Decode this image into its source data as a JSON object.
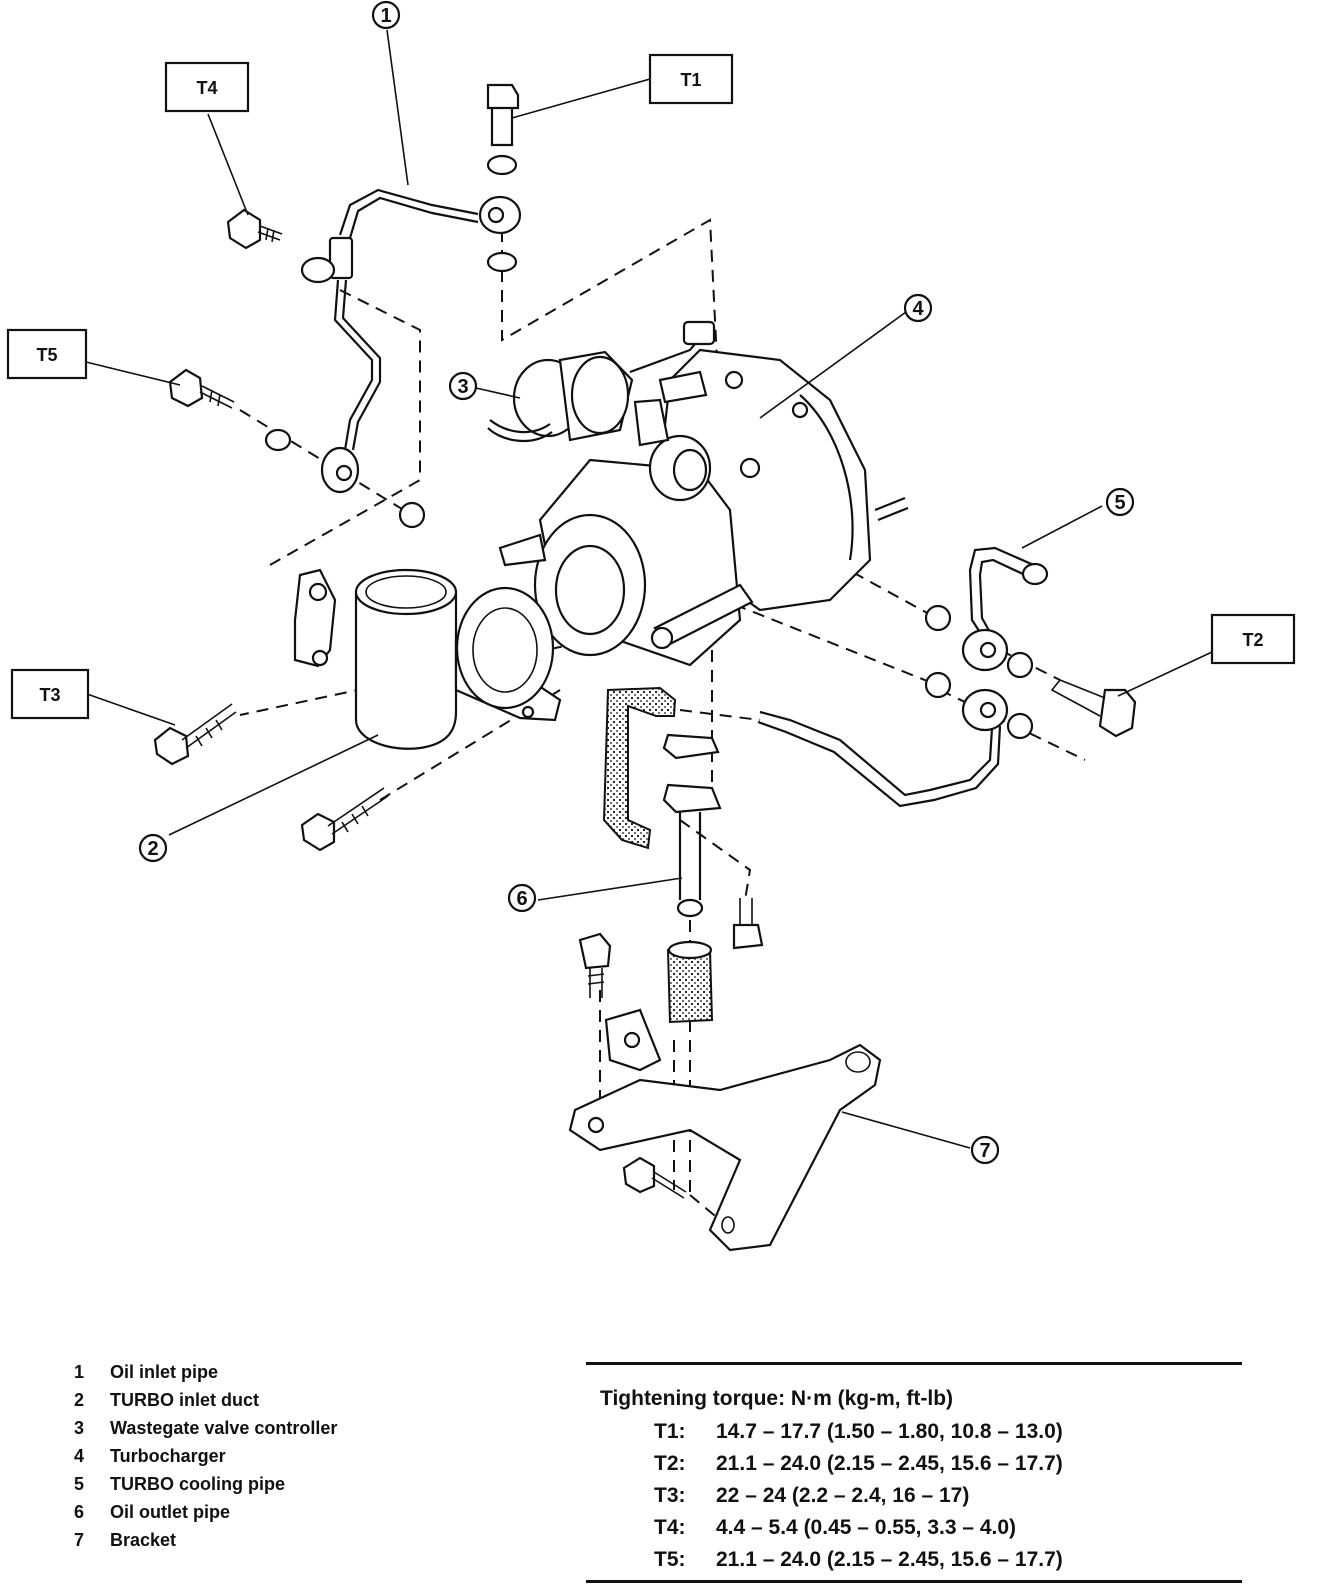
{
  "callouts": [
    {
      "num": "1"
    },
    {
      "num": "2"
    },
    {
      "num": "3"
    },
    {
      "num": "4"
    },
    {
      "num": "5"
    },
    {
      "num": "6"
    },
    {
      "num": "7"
    }
  ],
  "torque_boxes": {
    "t1": "T1",
    "t2": "T2",
    "t3": "T3",
    "t4": "T4",
    "t5": "T5"
  },
  "legend": [
    {
      "num": "1",
      "label": "Oil inlet pipe"
    },
    {
      "num": "2",
      "label": "TURBO inlet duct"
    },
    {
      "num": "3",
      "label": "Wastegate valve controller"
    },
    {
      "num": "4",
      "label": "Turbocharger"
    },
    {
      "num": "5",
      "label": "TURBO cooling pipe"
    },
    {
      "num": "6",
      "label": "Oil outlet pipe"
    },
    {
      "num": "7",
      "label": "Bracket"
    }
  ],
  "torque": {
    "title": "Tightening torque:  N·m (kg-m, ft-lb)",
    "rows": [
      {
        "key": "T1:",
        "value": "14.7 – 17.7 (1.50 – 1.80, 10.8 – 13.0)"
      },
      {
        "key": "T2:",
        "value": "21.1 – 24.0 (2.15 – 2.45, 15.6 – 17.7)"
      },
      {
        "key": "T3:",
        "value": "22 – 24 (2.2 – 2.4, 16 – 17)"
      },
      {
        "key": "T4:",
        "value": "4.4 – 5.4 (0.45 – 0.55, 3.3 – 4.0)"
      },
      {
        "key": "T5:",
        "value": "21.1 – 24.0 (2.15 – 2.45, 15.6 – 17.7)"
      }
    ]
  }
}
